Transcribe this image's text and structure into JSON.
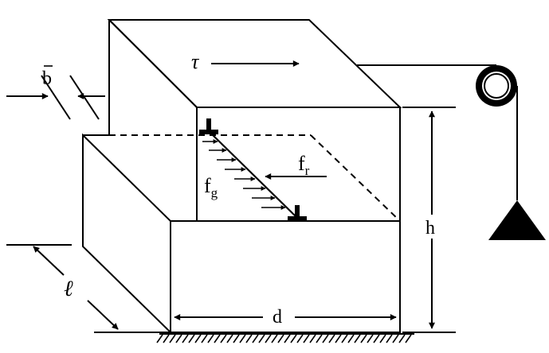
{
  "labels": {
    "tau": "τ",
    "b": "b",
    "f_r": "f",
    "f_r_sub": "r",
    "f_g": "f",
    "f_g_sub": "g",
    "h": "h",
    "ell": "ℓ",
    "d": "d"
  },
  "colors": {
    "ink": "#000000",
    "background": "#ffffff"
  },
  "icons": [
    "pulley-icon",
    "weight-icon",
    "dislocation-symbol-icon",
    "ground-hatch-icon"
  ]
}
